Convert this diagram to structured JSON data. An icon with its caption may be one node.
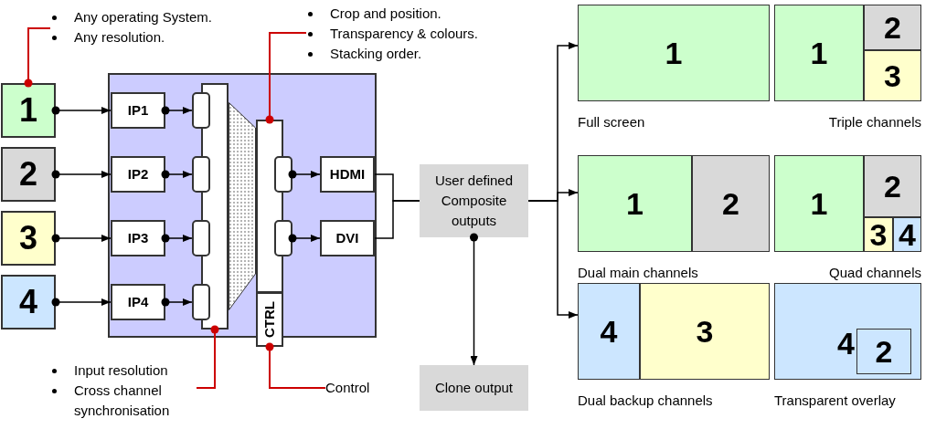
{
  "diagram": {
    "nodes": [
      {
        "text": [
          "1"
        ]
      },
      {
        "text": [
          "2"
        ]
      },
      {
        "text": [
          "3"
        ]
      },
      {
        "text": [
          "4"
        ]
      },
      {
        "text": [],
        "shape": "box"
      },
      {
        "text": [
          "IP1"
        ],
        "in": 4
      },
      {
        "text": [
          "IP2"
        ],
        "in": 4
      },
      {
        "text": [
          "IP3"
        ],
        "in": 4
      },
      {
        "text": [
          "IP4"
        ],
        "in": 4
      },
      {
        "text": [],
        "shape": "bar",
        "in": 4
      },
      {
        "text": [],
        "shape": "box",
        "in": 4
      },
      {
        "text": [],
        "shape": "box",
        "in": 4
      },
      {
        "text": [],
        "shape": "box",
        "in": 4
      },
      {
        "text": [],
        "shape": "box",
        "in": 4
      },
      {
        "text": [],
        "shape": "bar",
        "in": 4
      },
      {
        "text": [
          "CTRL"
        ]
      },
      {
        "text": [],
        "shape": "box",
        "in": 4
      },
      {
        "text": [],
        "shape": "box",
        "in": 4
      },
      {
        "text": [
          "HDMI"
        ],
        "in": 4
      },
      {
        "text": [
          "DVI"
        ],
        "in": 4
      },
      {
        "text": [
          "Any operating System.",
          "Any resolution."
        ]
      },
      {
        "text": [
          "Crop and position.",
          "Transparency & colours.",
          "Stacking order."
        ]
      },
      {
        "text": [
          "Input resolution",
          "Cross channel synchronisation"
        ]
      },
      {
        "text": [
          "Control"
        ]
      },
      {
        "text": [
          "User defined Composite outputs"
        ]
      },
      {
        "text": [
          "Clone output"
        ]
      },
      {
        "text": [
          "Full screen"
        ]
      },
      {
        "text": [
          "1"
        ],
        "in": 26
      },
      {
        "text": [
          "Triple channels"
        ]
      },
      {
        "text": [
          "1"
        ],
        "in": 28
      },
      {
        "text": [
          "2"
        ],
        "in": 28
      },
      {
        "text": [
          "3"
        ],
        "in": 28
      },
      {
        "text": [
          "Dual main channels"
        ]
      },
      {
        "text": [
          "1"
        ],
        "in": 32
      },
      {
        "text": [
          "2"
        ],
        "in": 32
      },
      {
        "text": [
          "Quad channels"
        ]
      },
      {
        "text": [
          "1"
        ],
        "in": 35
      },
      {
        "text": [
          "2"
        ],
        "in": 35
      },
      {
        "text": [
          "3"
        ],
        "in": 35
      },
      {
        "text": [
          "4"
        ],
        "in": 35
      },
      {
        "text": [
          "Dual backup channels"
        ]
      },
      {
        "text": [
          "4"
        ],
        "in": 40
      },
      {
        "text": [
          "3"
        ],
        "in": 40
      },
      {
        "text": [
          "Transparent overlay"
        ]
      },
      {
        "text": [
          "4"
        ],
        "in": 43
      },
      {
        "text": [
          "2"
        ],
        "in": 44
      },
      {
        "text": [],
        "shape": "trapezoid",
        "in": 4
      }
    ],
    "edges": [
      {
        "from": 0,
        "to": 5,
        "arrow": "to"
      },
      {
        "from": 1,
        "to": 6,
        "arrow": "to"
      },
      {
        "from": 2,
        "to": 7,
        "arrow": "to"
      },
      {
        "from": 3,
        "to": 8,
        "arrow": "to"
      },
      {
        "from": 5,
        "to": 10,
        "arrow": "to"
      },
      {
        "from": 6,
        "to": 11,
        "arrow": "to"
      },
      {
        "from": 7,
        "to": 12,
        "arrow": "to"
      },
      {
        "from": 8,
        "to": 13,
        "arrow": "to"
      },
      {
        "from": 16,
        "to": 18,
        "arrow": "to"
      },
      {
        "from": 17,
        "to": 19,
        "arrow": "to"
      },
      {
        "from": 18,
        "to": 24,
        "arrow": "none"
      },
      {
        "from": 19,
        "to": 24,
        "arrow": "none"
      },
      {
        "from": 24,
        "to": 25,
        "arrow": "to"
      },
      {
        "from": 24,
        "to": 26,
        "arrow": "to"
      },
      {
        "from": 24,
        "to": 32,
        "arrow": "to"
      },
      {
        "from": 24,
        "to": 40,
        "arrow": "to"
      },
      {
        "from": 20,
        "to": 0,
        "arrow": "other",
        "color": "#cc0000"
      },
      {
        "from": 21,
        "to": 14,
        "arrow": "other",
        "color": "#cc0000"
      },
      {
        "from": 22,
        "to": 9,
        "arrow": "other",
        "color": "#cc0000"
      },
      {
        "from": 23,
        "to": 15,
        "arrow": "other",
        "color": "#cc0000"
      }
    ]
  }
}
